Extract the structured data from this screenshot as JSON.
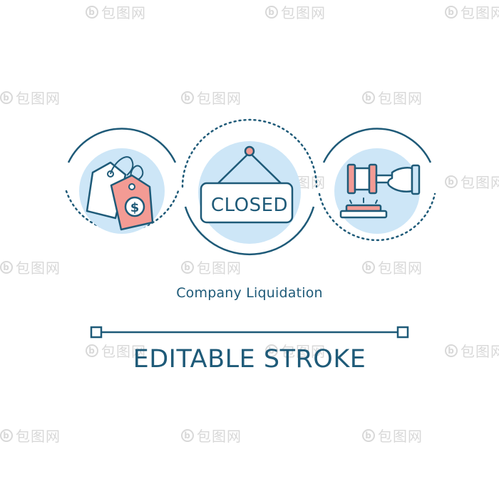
{
  "watermark": {
    "logo": "b",
    "text": "包图网"
  },
  "icons": {
    "price_tag_symbol": "$",
    "sign_text": "CLOSED"
  },
  "caption": {
    "title": "Company Liquidation",
    "subtitle": "EDITABLE STROKE"
  },
  "colors": {
    "stroke": "#1e5a78",
    "fill_light_blue": "#cde6f7",
    "fill_salmon": "#f39b94",
    "background": "#ffffff"
  }
}
